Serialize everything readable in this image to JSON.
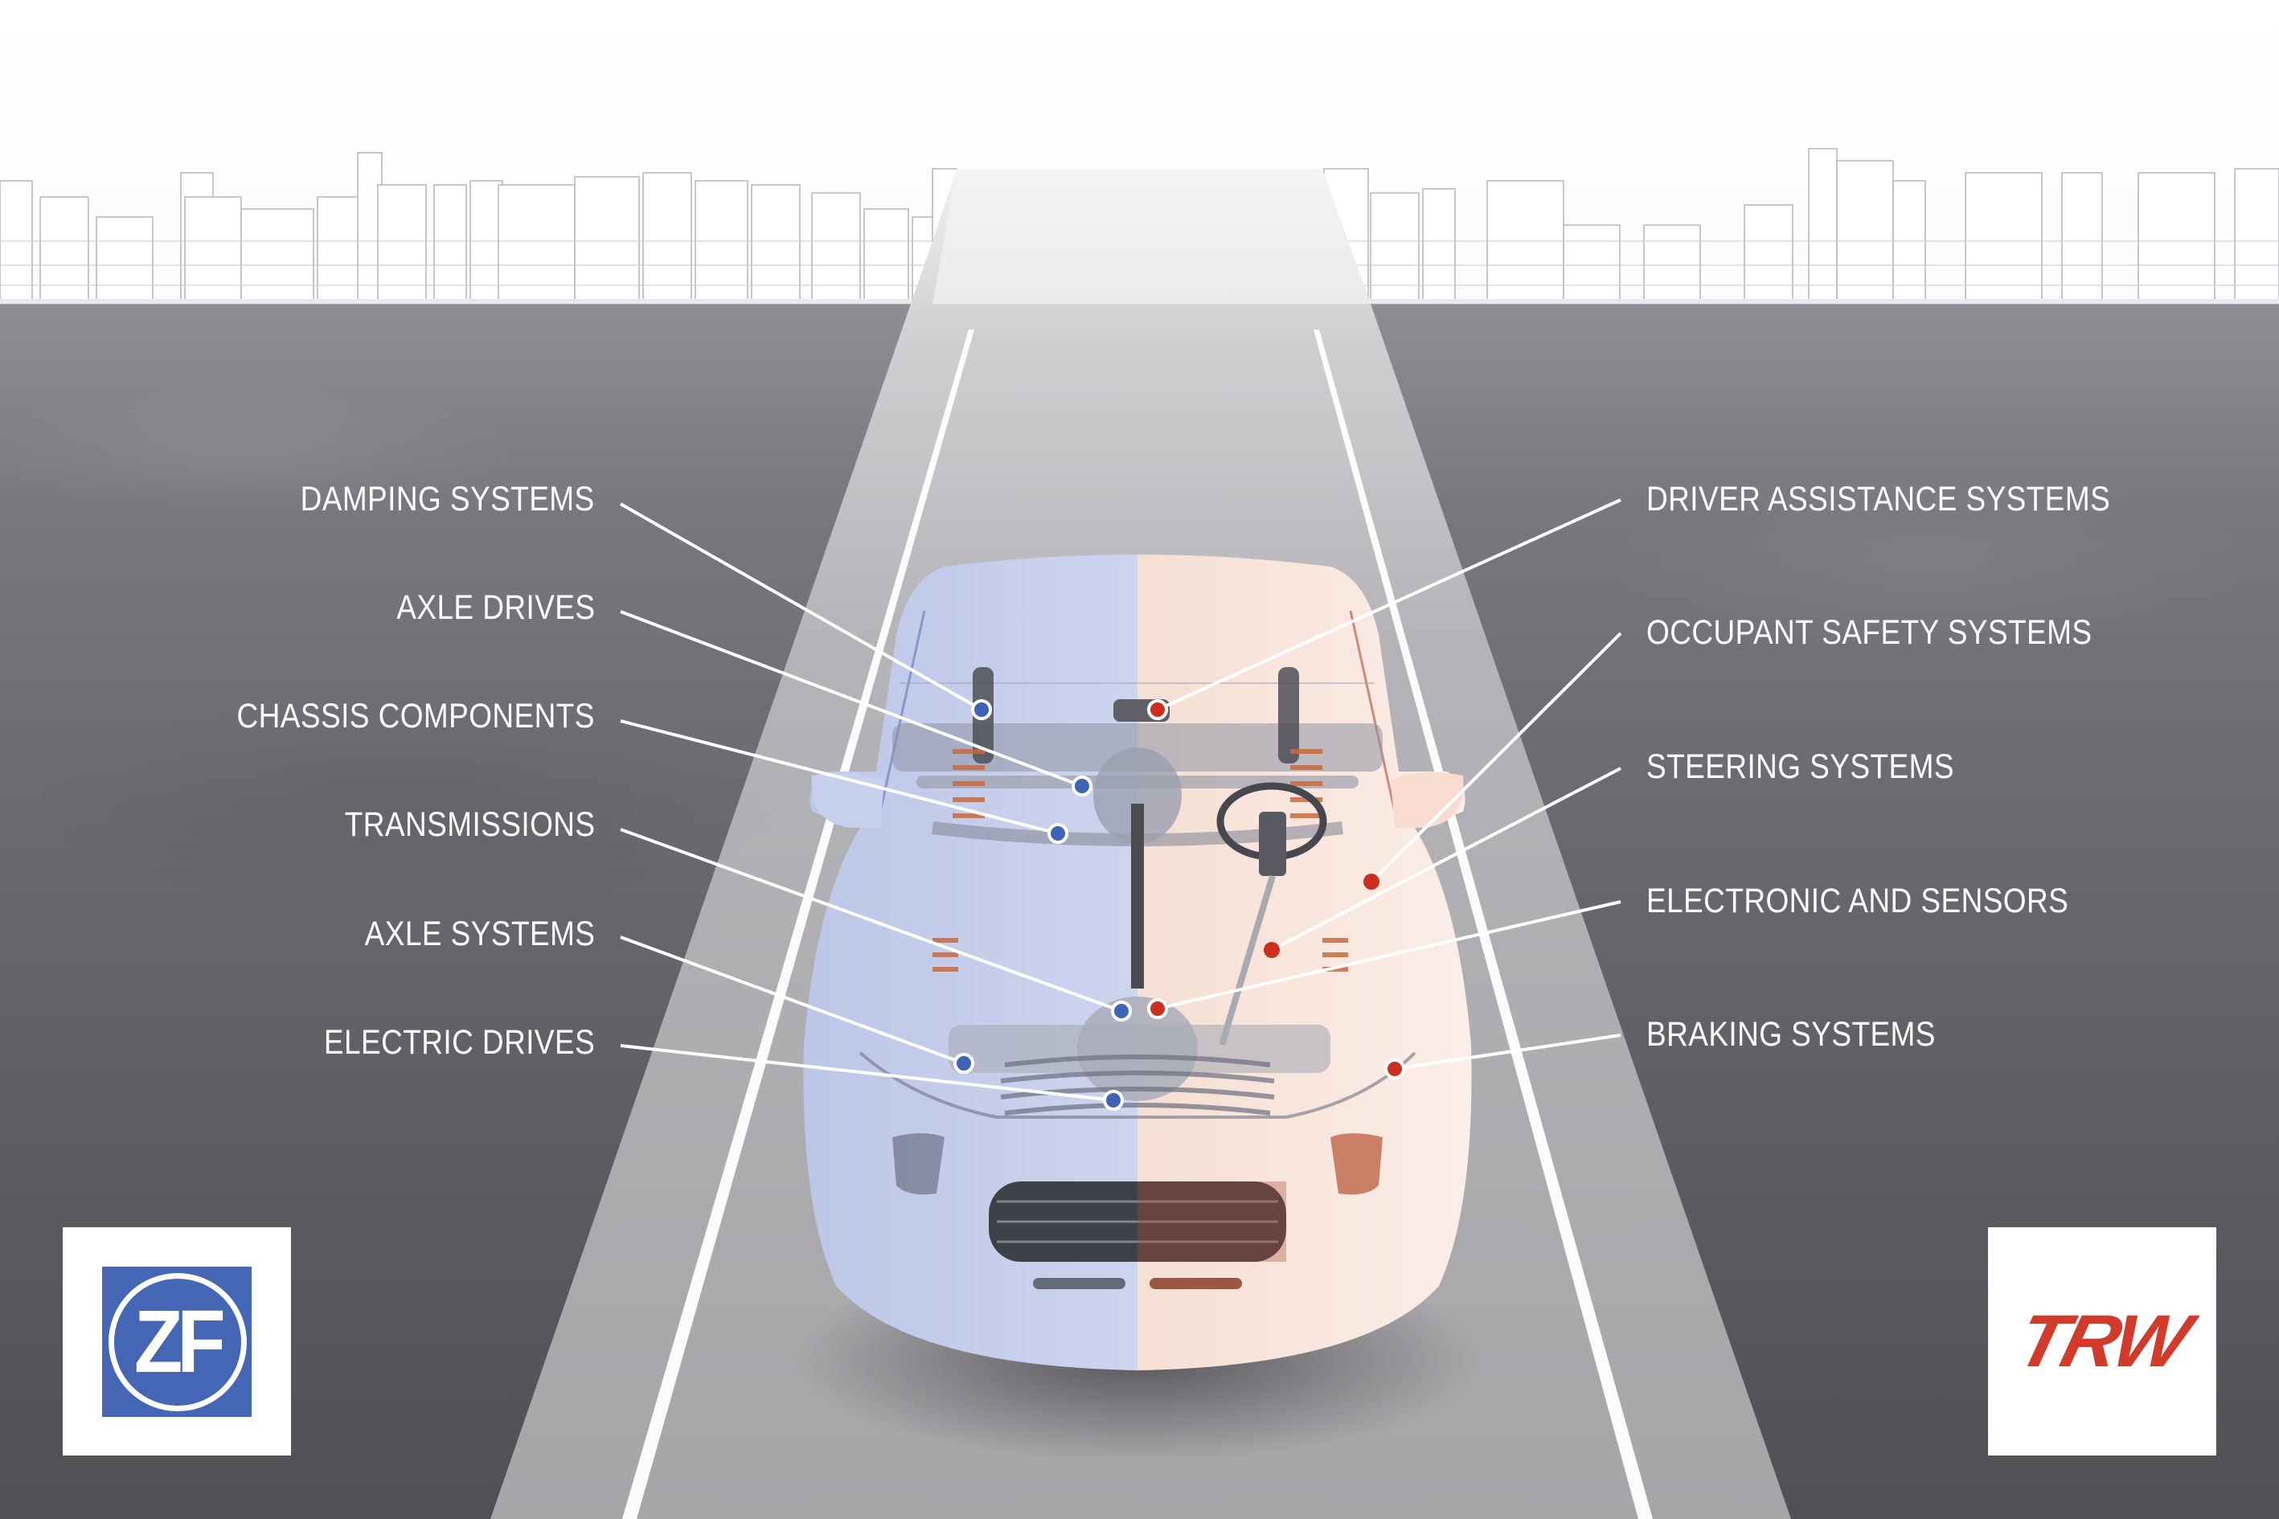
{
  "diagram": {
    "theme_colors": {
      "zf_blue": "#4466b4",
      "trw_red": "#d23b2a",
      "label_text": "#ffffff",
      "road": "#a9a9ac",
      "background": "#5d5e63"
    },
    "left_labels": [
      {
        "text": "DAMPING SYSTEMS",
        "group": "ZF"
      },
      {
        "text": "AXLE DRIVES",
        "group": "ZF"
      },
      {
        "text": "CHASSIS COMPONENTS",
        "group": "ZF"
      },
      {
        "text": "TRANSMISSIONS",
        "group": "ZF"
      },
      {
        "text": "AXLE SYSTEMS",
        "group": "ZF"
      },
      {
        "text": "ELECTRIC DRIVES",
        "group": "ZF"
      }
    ],
    "right_labels": [
      {
        "text": "DRIVER ASSISTANCE SYSTEMS",
        "group": "TRW"
      },
      {
        "text": "OCCUPANT SAFETY SYSTEMS",
        "group": "TRW"
      },
      {
        "text": "STEERING SYSTEMS",
        "group": "TRW"
      },
      {
        "text": "ELECTRONIC AND SENSORS",
        "group": "TRW"
      },
      {
        "text": "BRAKING SYSTEMS",
        "group": "TRW"
      }
    ],
    "logos": {
      "left": {
        "text": "ZF",
        "icon": "zf-logo-icon"
      },
      "right": {
        "text": "TRW",
        "icon": "trw-logo-icon"
      }
    }
  }
}
